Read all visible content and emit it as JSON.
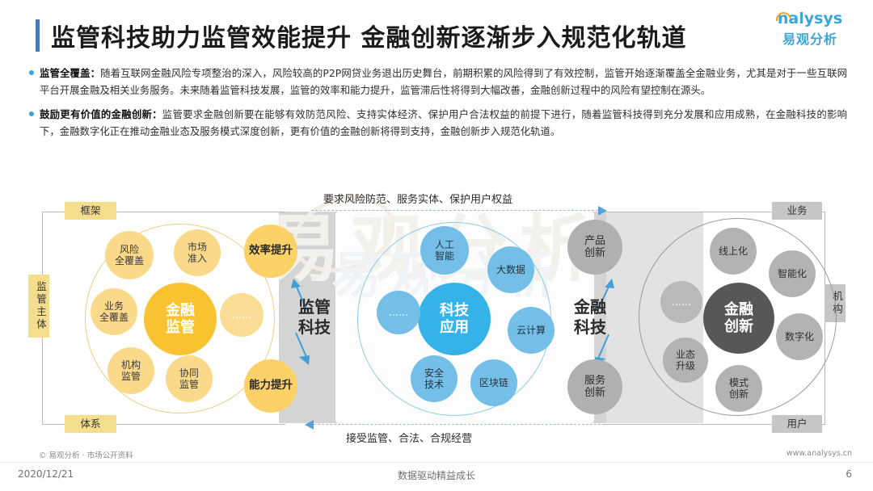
{
  "header": {
    "title": "监管科技助力监管效能提升  金融创新逐渐步入规范化轨道",
    "logo_en": "nalysys",
    "logo_cn": "易观分析"
  },
  "bullets": [
    {
      "lead": "监管全覆盖：",
      "body": "随着互联网金融风险专项整治的深入，风险较高的P2P网贷业务退出历史舞台，前期积累的风险得到了有效控制，监管开始逐渐覆盖全金融业务，尤其是对于一些互联网平台开展金融及相关业务服务。未来随着监管科技发展，监管的效率和能力提升，监管滞后性将得到大幅改善，金融创新过程中的风险有望控制在源头。"
    },
    {
      "lead": "鼓励更有价值的金融创新：",
      "body": "监管要求金融创新要在能够有效防范风险、支持实体经济、保护用户合法权益的前提下进行，随着监管科技得到充分发展和应用成熟，在金融科技的影响下，金融数字化正在推动金融业态及服务模式深度创新，更有价值的金融创新将得到支持，金融创新步入规范化轨道。"
    }
  ],
  "diagram": {
    "tags": {
      "top_left": "框架",
      "bottom_left": "体系",
      "left_vertical": "监管主体",
      "top_right": "业务",
      "bottom_right": "用户",
      "right_vertical": "机构"
    },
    "arrows": {
      "top_label": "要求风险防范、服务实体、保护用户权益",
      "bottom_label": "接受监管、合法、合规经营"
    },
    "left_cluster": {
      "center": "金融监管",
      "center_line1": "金融",
      "center_line2": "监管",
      "satellites": [
        {
          "line1": "风险",
          "line2": "全覆盖"
        },
        {
          "line1": "市场",
          "line2": "准入"
        },
        {
          "line1": "业务",
          "line2": "全覆盖"
        },
        {
          "line1": "……",
          "line2": ""
        },
        {
          "line1": "机构",
          "line2": "监管"
        },
        {
          "line1": "协同",
          "line2": "监管"
        }
      ]
    },
    "left_outputs": [
      {
        "label": "效率提升"
      },
      {
        "label": "能力提升"
      }
    ],
    "mid_label_left": {
      "line1": "监管",
      "line2": "科技"
    },
    "mid_cluster": {
      "center_line1": "科技",
      "center_line2": "应用",
      "satellites": [
        {
          "line1": "人工",
          "line2": "智能"
        },
        {
          "line1": "大数据",
          "line2": ""
        },
        {
          "line1": "……",
          "line2": ""
        },
        {
          "line1": "云计算",
          "line2": ""
        },
        {
          "line1": "安全",
          "line2": "技术"
        },
        {
          "line1": "区块链",
          "line2": ""
        }
      ]
    },
    "mid_label_right": {
      "line1": "金融",
      "line2": "科技"
    },
    "right_outputs": [
      {
        "line1": "产品",
        "line2": "创新"
      },
      {
        "line1": "服务",
        "line2": "创新"
      }
    ],
    "right_cluster": {
      "center_line1": "金融",
      "center_line2": "创新",
      "satellites": [
        {
          "line1": "线上化",
          "line2": ""
        },
        {
          "line1": "智能化",
          "line2": ""
        },
        {
          "line1": "……",
          "line2": ""
        },
        {
          "line1": "数字化",
          "line2": ""
        },
        {
          "line1": "业态",
          "line2": "升级"
        },
        {
          "line1": "模式",
          "line2": "创新"
        }
      ]
    },
    "watermark": "易观分析"
  },
  "footer": {
    "source": "© 易观分析 · 市场公开资料",
    "website": "www.analysys.cn",
    "date": "2020/12/21",
    "slogan": "数据驱动精益成长",
    "page": "6"
  },
  "colors": {
    "accent_blue": "#3aa5d8",
    "yellow": "#f5c12e",
    "yellow_soft": "#fbd98a",
    "gray_dark": "#575757",
    "gray_mid": "#b3b3b3"
  }
}
